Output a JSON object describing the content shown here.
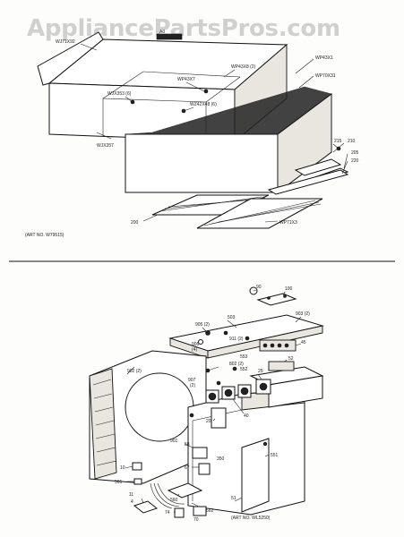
{
  "watermark": "AppliancePartsPros.com",
  "top_diagram": {
    "labels": {
      "wj71x92": "WJ71X92",
      "a0_small": "A0",
      "wp43x7": "WP43X7",
      "wp43x8": "WP43X8 (2)",
      "wp43x1": "WP43X1",
      "wp70x31": "WP70X31",
      "wjx353": "WJX353 (6)",
      "wz42x48": "WZ42X48 (6)",
      "wjx357": "WJX357",
      "n215": "215",
      "n210": "210",
      "n205": "205",
      "n220": "220",
      "n200": "200",
      "wp71x3": "WP71X3"
    },
    "art_no": "(ART NO. W79515)"
  },
  "bottom_diagram": {
    "labels": {
      "n90": "90",
      "n100": "100",
      "n503": "503",
      "n903_2_top": "903 (2)",
      "n905_2": "905 (2)",
      "n911_2": "911 (2)",
      "n553": "553",
      "n802_2": "802 (2)",
      "n45": "45",
      "n52": "52",
      "n906": "906",
      "n906_4": "(4)",
      "n902_2": "902 (2)",
      "n907": "907",
      "n907_2": "(2)",
      "n552": "552",
      "n25": "25",
      "n40": "40",
      "n20": "20",
      "n901": "901",
      "n58": "58",
      "n67": "67",
      "n10": "10",
      "n561": "561",
      "n11": "11",
      "n4": "4",
      "n562": "562",
      "n350": "350",
      "n551": "551",
      "n560": "560",
      "n74": "74",
      "n70": "70",
      "n51": "51"
    },
    "art_no": "(ART NO. WL5250)"
  }
}
